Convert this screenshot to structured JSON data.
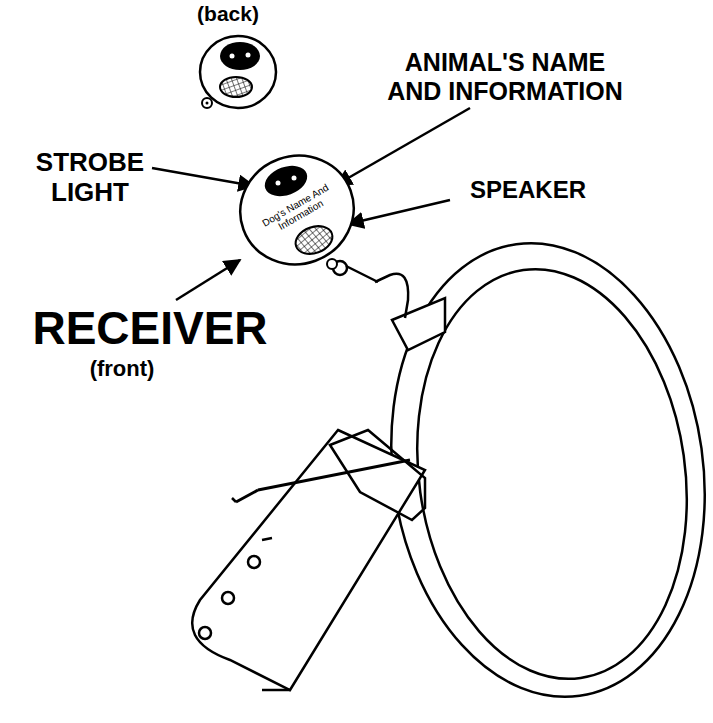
{
  "diagram": {
    "nodes": [
      {
        "text": [
          "Dog's Name And Information"
        ]
      }
    ],
    "labels": [
      "(back)",
      "ANIMAL'S NAME AND INFORMATION",
      "STROBE LIGHT",
      "SPEAKER",
      "RECEIVER",
      "(front)"
    ]
  }
}
